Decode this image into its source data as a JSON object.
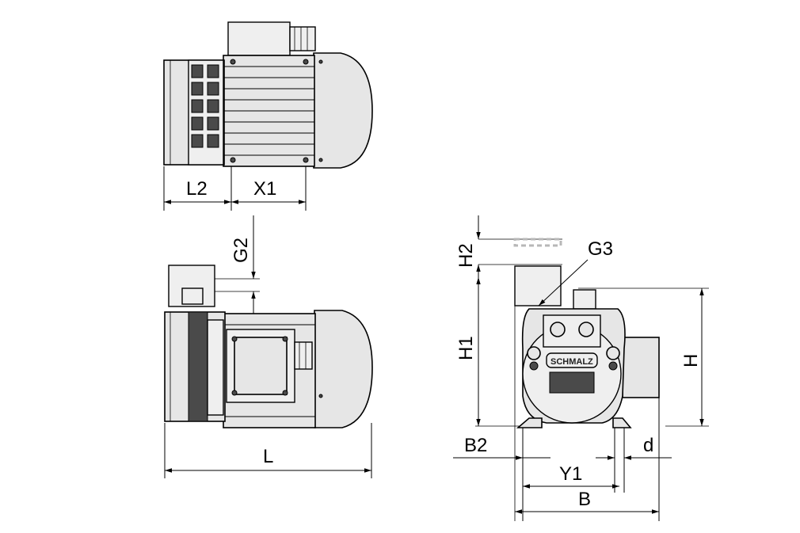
{
  "labels": {
    "l2": "L2",
    "x1": "X1",
    "g2": "G2",
    "l": "L",
    "h2": "H2",
    "g3": "G3",
    "h1": "H1",
    "h": "H",
    "b2": "B2",
    "d": "d",
    "y1": "Y1",
    "b": "B"
  },
  "logo_text": "SCHMALZ"
}
